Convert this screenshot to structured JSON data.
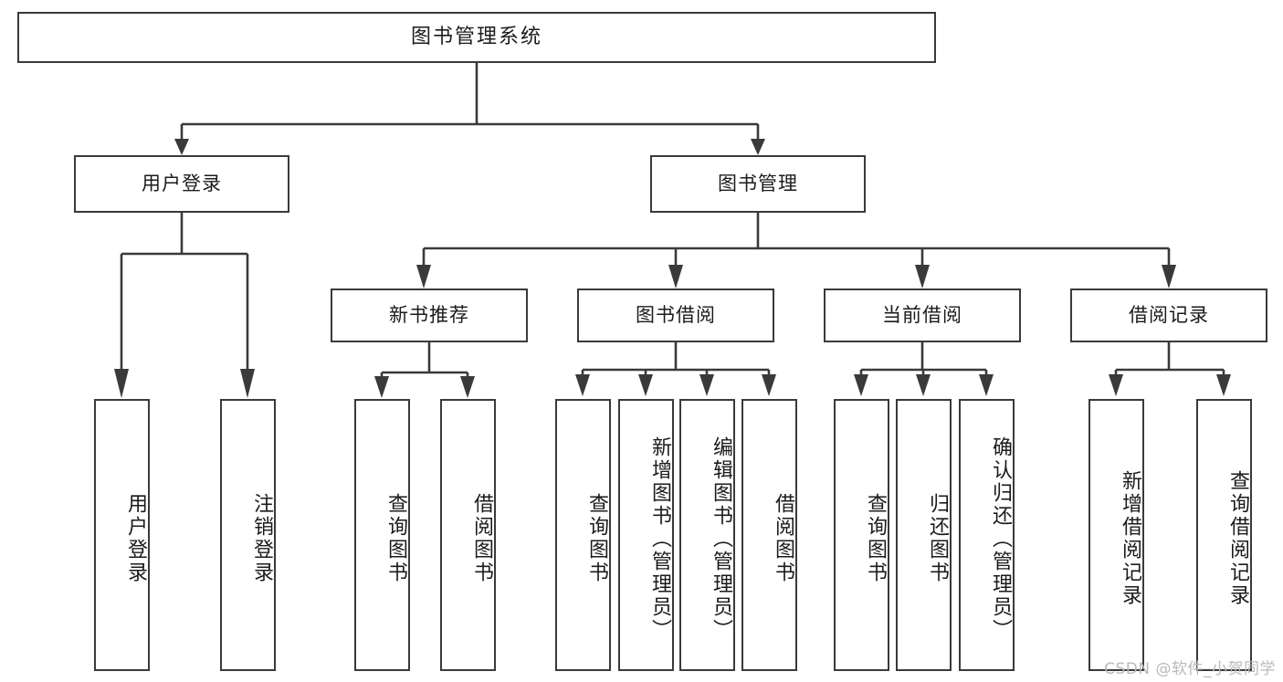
{
  "diagram": {
    "type": "tree",
    "title_node": {
      "label": "图书管理系统"
    },
    "level2": [
      {
        "label": "用户登录"
      },
      {
        "label": "图书管理"
      }
    ],
    "level3": [
      {
        "label": "新书推荐"
      },
      {
        "label": "图书借阅"
      },
      {
        "label": "当前借阅"
      },
      {
        "label": "借阅记录"
      }
    ],
    "leaves": {
      "user_login": [
        {
          "label": "用户登录"
        },
        {
          "label": "注销登录"
        }
      ],
      "new_book_recommend": [
        {
          "label": "查询图书"
        },
        {
          "label": "借阅图书"
        }
      ],
      "book_borrow": [
        {
          "label": "查询图书"
        },
        {
          "label": "新增图书（管理员）"
        },
        {
          "label": "编辑图书（管理员）"
        },
        {
          "label": "借阅图书"
        }
      ],
      "current_borrow": [
        {
          "label": "查询图书"
        },
        {
          "label": "归还图书"
        },
        {
          "label": "确认归还（管理员）"
        }
      ],
      "borrow_record": [
        {
          "label": "新增借阅记录"
        },
        {
          "label": "查询借阅记录"
        }
      ]
    }
  },
  "watermark": {
    "text": "CSDN @软件_小贺同学"
  },
  "colors": {
    "stroke": "#3a3a3a",
    "text": "#1b1b1b",
    "background": "#ffffff",
    "watermark": "#b9b9b9"
  }
}
